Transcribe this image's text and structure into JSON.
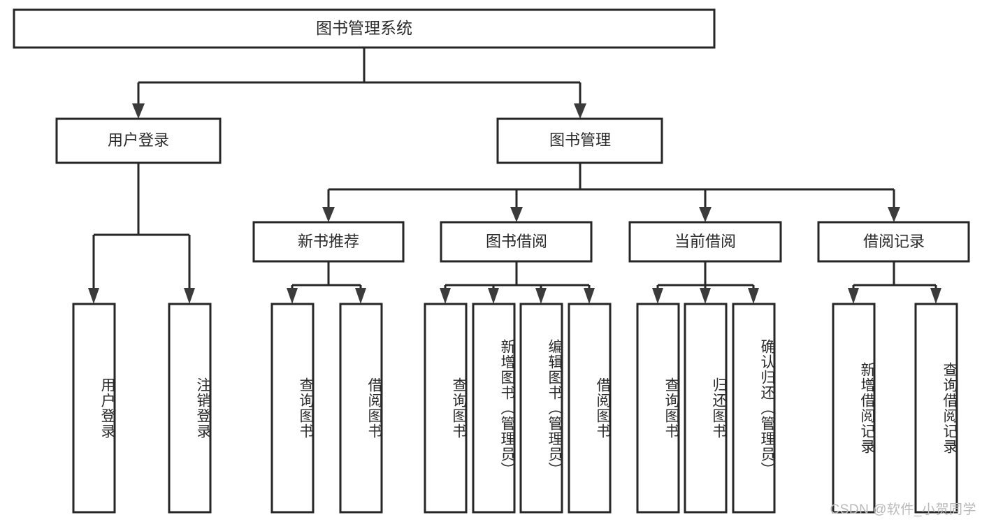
{
  "diagram": {
    "type": "hierarchy-tree",
    "title": "图书管理系统",
    "watermark": "CSDN @软件_小贺同学",
    "colors": {
      "box_stroke": "#262626",
      "box_fill": "#ffffff",
      "connector": "#262626",
      "text": "#2b2b2b",
      "watermark": "#b9b9b9",
      "background": "#ffffff"
    },
    "levels": [
      {
        "level": 1,
        "nodes": [
          {
            "id": "root",
            "label": "图书管理系统",
            "orientation": "horizontal"
          }
        ]
      },
      {
        "level": 2,
        "nodes": [
          {
            "id": "user-login",
            "label": "用户登录",
            "orientation": "horizontal",
            "parent": "root"
          },
          {
            "id": "book-mgmt",
            "label": "图书管理",
            "orientation": "horizontal",
            "parent": "root"
          }
        ]
      },
      {
        "level": 3,
        "nodes": [
          {
            "id": "new-book-rec",
            "label": "新书推荐",
            "orientation": "horizontal",
            "parent": "book-mgmt"
          },
          {
            "id": "book-borrow",
            "label": "图书借阅",
            "orientation": "horizontal",
            "parent": "book-mgmt"
          },
          {
            "id": "current-borrow",
            "label": "当前借阅",
            "orientation": "horizontal",
            "parent": "book-mgmt"
          },
          {
            "id": "borrow-record",
            "label": "借阅记录",
            "orientation": "horizontal",
            "parent": "book-mgmt"
          }
        ]
      },
      {
        "level": 4,
        "nodes": [
          {
            "id": "leaf-user-login",
            "label": "用户登录",
            "orientation": "vertical",
            "parent": "user-login"
          },
          {
            "id": "leaf-user-logout",
            "label": "注销登录",
            "orientation": "vertical",
            "parent": "user-login"
          },
          {
            "id": "leaf-rec-query",
            "label": "查询图书",
            "orientation": "vertical",
            "parent": "new-book-rec"
          },
          {
            "id": "leaf-rec-borrow",
            "label": "借阅图书",
            "orientation": "vertical",
            "parent": "new-book-rec"
          },
          {
            "id": "leaf-borrow-query",
            "label": "查询图书",
            "orientation": "vertical",
            "parent": "book-borrow"
          },
          {
            "id": "leaf-borrow-add",
            "label": "新增图书（管理员）",
            "orientation": "vertical",
            "parent": "book-borrow"
          },
          {
            "id": "leaf-borrow-edit",
            "label": "编辑图书（管理员）",
            "orientation": "vertical",
            "parent": "book-borrow"
          },
          {
            "id": "leaf-borrow-lend",
            "label": "借阅图书",
            "orientation": "vertical",
            "parent": "book-borrow"
          },
          {
            "id": "leaf-cur-query",
            "label": "查询图书",
            "orientation": "vertical",
            "parent": "current-borrow"
          },
          {
            "id": "leaf-cur-return",
            "label": "归还图书",
            "orientation": "vertical",
            "parent": "current-borrow"
          },
          {
            "id": "leaf-cur-confirm",
            "label": "确认归还（管理员）",
            "orientation": "vertical",
            "parent": "current-borrow"
          },
          {
            "id": "leaf-rec-add",
            "label": "新增借阅记录",
            "orientation": "vertical",
            "parent": "borrow-record"
          },
          {
            "id": "leaf-rec-search",
            "label": "查询借阅记录",
            "orientation": "vertical",
            "parent": "borrow-record"
          }
        ]
      }
    ]
  }
}
